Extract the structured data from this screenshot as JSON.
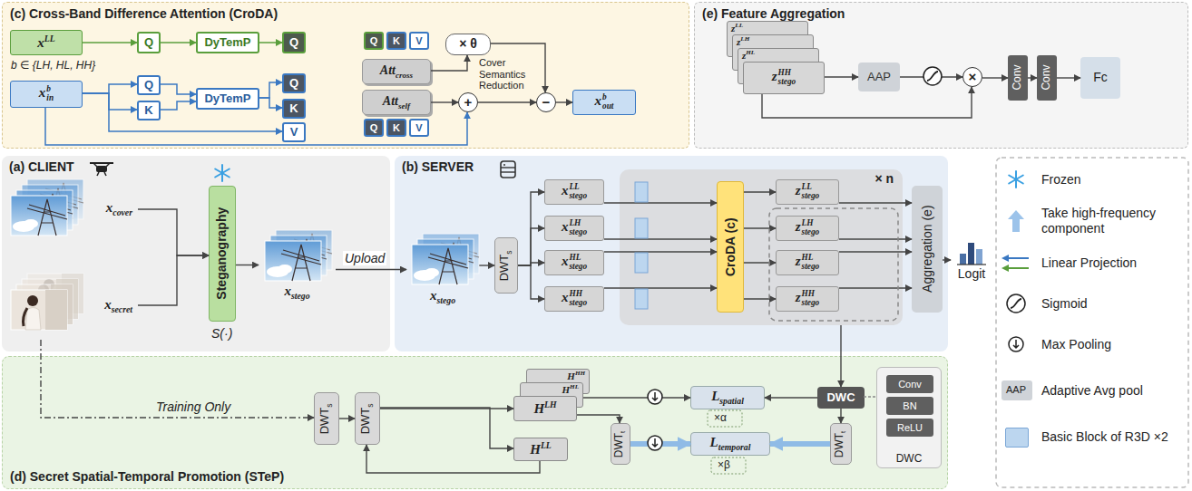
{
  "diagram": {
    "nodes": [
      {
        "text": [
          "(c) Cross-Band Difference Attention (CroDA)"
        ]
      },
      {
        "text": [
          "x",
          "LL"
        ],
        "in": 0
      },
      {
        "text": [
          "Q"
        ],
        "in": 0
      },
      {
        "text": [
          "DyTemP"
        ],
        "in": 0
      },
      {
        "text": [
          "Q"
        ],
        "in": 0
      },
      {
        "text": [
          "x",
          "b",
          "in"
        ],
        "in": 0
      },
      {
        "text": [
          "Q"
        ],
        "in": 0
      },
      {
        "text": [
          "K"
        ],
        "in": 0
      },
      {
        "text": [
          "DyTemP"
        ],
        "in": 0
      },
      {
        "text": [
          "Q"
        ],
        "in": 0
      },
      {
        "text": [
          "K"
        ],
        "in": 0
      },
      {
        "text": [
          "V"
        ],
        "in": 0
      },
      {
        "text": [
          "Q"
        ],
        "in": 0
      },
      {
        "text": [
          "K"
        ],
        "in": 0
      },
      {
        "text": [
          "V"
        ],
        "in": 0
      },
      {
        "text": [
          "Att",
          "cross"
        ],
        "in": 0
      },
      {
        "text": [
          "Att",
          "self"
        ],
        "in": 0
      },
      {
        "text": [
          "Q"
        ],
        "in": 0
      },
      {
        "text": [
          "K"
        ],
        "in": 0
      },
      {
        "text": [
          "V"
        ],
        "in": 0
      },
      {
        "text": [
          "× θ"
        ],
        "in": 0
      },
      {
        "text": [
          "−"
        ],
        "in": 0
      },
      {
        "text": [
          "+"
        ],
        "in": 0
      },
      {
        "text": [
          "x",
          "b",
          "out"
        ],
        "in": 0
      },
      {
        "text": [
          "(e) Feature Aggregation"
        ]
      },
      {
        "text": [
          "z",
          "LL"
        ],
        "in": 24
      },
      {
        "text": [
          "z",
          "LH"
        ],
        "in": 24
      },
      {
        "text": [
          "z",
          "HL"
        ],
        "in": 24
      },
      {
        "text": [
          "z",
          "HH",
          "stego"
        ],
        "in": 24
      },
      {
        "text": [
          "AAP"
        ],
        "in": 24
      },
      {
        "text": [
          "×"
        ],
        "in": 24
      },
      {
        "text": [
          "Conv"
        ],
        "in": 24
      },
      {
        "text": [
          "Conv"
        ],
        "in": 24
      },
      {
        "text": [
          "Fc"
        ],
        "in": 24
      },
      {
        "text": [
          "(a) CLIENT"
        ]
      },
      {
        "text": [
          "x",
          "cover"
        ],
        "in": 34
      },
      {
        "text": [
          "x",
          "secret"
        ],
        "in": 34
      },
      {
        "text": [
          "Steganography"
        ],
        "in": 34
      },
      {
        "text": [
          "x",
          "stego"
        ],
        "in": 34
      },
      {
        "text": [
          "(b) SERVER"
        ]
      },
      {
        "text": [
          "x",
          "stego"
        ],
        "in": 39
      },
      {
        "text": [
          "DWT",
          "s"
        ],
        "in": 39
      },
      {
        "text": [
          "x",
          "LL",
          "stego"
        ],
        "in": 39
      },
      {
        "text": [
          "x",
          "LH",
          "stego"
        ],
        "in": 39
      },
      {
        "text": [
          "x",
          "HL",
          "stego"
        ],
        "in": 39
      },
      {
        "text": [
          "x",
          "HH",
          "stego"
        ],
        "in": 39
      },
      {
        "text": [
          "× n"
        ],
        "in": 39
      },
      {
        "text": [
          "CroDA (c)"
        ],
        "in": 46
      },
      {
        "text": [
          "z",
          "LL",
          "stego"
        ],
        "in": 46
      },
      {
        "text": [
          "z",
          "LH",
          "stego"
        ],
        "in": 46
      },
      {
        "text": [
          "z",
          "HL",
          "stego"
        ],
        "in": 46
      },
      {
        "text": [
          "z",
          "HH",
          "stego"
        ],
        "in": 46
      },
      {
        "text": [
          "Aggregation (e)"
        ],
        "in": 39
      },
      {
        "text": [
          "Logit"
        ]
      },
      {
        "text": [
          "(d) Secret Spatial-Temporal Promotion (STeP)"
        ]
      },
      {
        "text": [
          "DWT",
          "s"
        ],
        "in": 54
      },
      {
        "text": [
          "DWT",
          "s"
        ],
        "in": 54
      },
      {
        "text": [
          "H",
          "HH"
        ],
        "in": 54
      },
      {
        "text": [
          "H",
          "HL"
        ],
        "in": 54
      },
      {
        "text": [
          "H",
          "LH"
        ],
        "in": 54
      },
      {
        "text": [
          "H",
          "LL"
        ],
        "in": 54
      },
      {
        "text": [
          "DWT",
          "t"
        ],
        "in": 54
      },
      {
        "text": [
          "L",
          "spatial"
        ],
        "in": 54
      },
      {
        "text": [
          "L",
          "temporal"
        ],
        "in": 54
      },
      {
        "text": [
          "DWC"
        ],
        "in": 54
      },
      {
        "text": [
          "DWT",
          "t"
        ],
        "in": 54
      },
      {
        "text": [
          "DWC"
        ],
        "in": 54
      },
      {
        "text": [
          "Conv"
        ],
        "in": 66
      },
      {
        "text": [
          "BN"
        ],
        "in": 66
      },
      {
        "text": [
          "ReLU"
        ],
        "in": 66
      }
    ],
    "edges": [
      {
        "from": 1,
        "to": 2,
        "arrow": "to"
      },
      {
        "from": 2,
        "to": 3,
        "arrow": "to"
      },
      {
        "from": 3,
        "to": 4,
        "arrow": "to"
      },
      {
        "from": 5,
        "to": 6,
        "arrow": "to"
      },
      {
        "from": 5,
        "to": 7,
        "arrow": "to"
      },
      {
        "from": 6,
        "to": 8,
        "arrow": "to"
      },
      {
        "from": 7,
        "to": 8,
        "arrow": "to"
      },
      {
        "from": 8,
        "to": 9,
        "arrow": "to"
      },
      {
        "from": 8,
        "to": 10,
        "arrow": "to"
      },
      {
        "from": 5,
        "to": 11,
        "arrow": "to"
      },
      {
        "from": 15,
        "to": 20,
        "arrow": "to"
      },
      {
        "from": 20,
        "to": 21,
        "arrow": "to"
      },
      {
        "from": 16,
        "to": 22,
        "arrow": "to"
      },
      {
        "from": 5,
        "to": 22,
        "arrow": "to"
      },
      {
        "from": 22,
        "to": 21,
        "arrow": "to"
      },
      {
        "from": 21,
        "to": 23,
        "arrow": "to"
      },
      {
        "from": 28,
        "to": 29,
        "arrow": "to"
      },
      {
        "from": 29,
        "to": 30,
        "arrow": "to"
      },
      {
        "from": 28,
        "to": 30,
        "arrow": "to"
      },
      {
        "from": 30,
        "to": 31,
        "arrow": "to"
      },
      {
        "from": 31,
        "to": 32,
        "arrow": "to"
      },
      {
        "from": 32,
        "to": 33,
        "arrow": "to"
      },
      {
        "from": 35,
        "to": 37,
        "arrow": "to"
      },
      {
        "from": 36,
        "to": 37,
        "arrow": "to"
      },
      {
        "from": 37,
        "to": 38,
        "arrow": "to"
      },
      {
        "from": 38,
        "to": 40,
        "label": "Upload",
        "arrow": "to"
      },
      {
        "from": 36,
        "to": 55,
        "label": "Training Only",
        "arrow": "to"
      },
      {
        "from": 40,
        "to": 41,
        "arrow": "to"
      },
      {
        "from": 41,
        "to": 42,
        "arrow": "to"
      },
      {
        "from": 41,
        "to": 43,
        "arrow": "to"
      },
      {
        "from": 41,
        "to": 44,
        "arrow": "to"
      },
      {
        "from": 41,
        "to": 45,
        "arrow": "to"
      },
      {
        "from": 42,
        "to": 47,
        "arrow": "to"
      },
      {
        "from": 43,
        "to": 47,
        "arrow": "to"
      },
      {
        "from": 44,
        "to": 47,
        "arrow": "to"
      },
      {
        "from": 45,
        "to": 47,
        "arrow": "to"
      },
      {
        "from": 47,
        "to": 48,
        "arrow": "to"
      },
      {
        "from": 47,
        "to": 49,
        "arrow": "to"
      },
      {
        "from": 47,
        "to": 50,
        "arrow": "to"
      },
      {
        "from": 47,
        "to": 51,
        "arrow": "to"
      },
      {
        "from": 48,
        "to": 52,
        "arrow": "to"
      },
      {
        "from": 49,
        "to": 52,
        "arrow": "to"
      },
      {
        "from": 50,
        "to": 52,
        "arrow": "to"
      },
      {
        "from": 51,
        "to": 52,
        "arrow": "to"
      },
      {
        "from": 52,
        "to": 53,
        "arrow": "to"
      },
      {
        "from": 46,
        "to": 64,
        "arrow": "to"
      },
      {
        "from": 55,
        "to": 56,
        "arrow": "to"
      },
      {
        "from": 56,
        "to": 59,
        "arrow": "to"
      },
      {
        "from": 56,
        "to": 60,
        "arrow": "to"
      },
      {
        "from": 60,
        "to": 56,
        "arrow": "to"
      },
      {
        "from": 58,
        "to": 62,
        "arrow": "to"
      },
      {
        "from": 59,
        "to": 61,
        "arrow": "to"
      },
      {
        "from": 61,
        "to": 63,
        "arrow": "to"
      },
      {
        "from": 64,
        "to": 62,
        "arrow": "to"
      },
      {
        "from": 64,
        "to": 65,
        "arrow": "to"
      },
      {
        "from": 65,
        "to": 63,
        "arrow": "to"
      }
    ],
    "labels": [
      "b ∈ {LH, HL, HH}",
      "Cover Semantics Reduction",
      "S(·)",
      "×α",
      "×β",
      "AAP"
    ],
    "legend": [
      {
        "text": "Frozen"
      },
      {
        "text": "Take high-frequency component"
      },
      {
        "text": "Linear Projection"
      },
      {
        "text": "Sigmoid"
      },
      {
        "text": "Max Pooling"
      },
      {
        "text": "Adaptive Avg pool"
      },
      {
        "text": "Basic Block of R3D ×2",
        "color": "#bcd6ef"
      }
    ]
  }
}
